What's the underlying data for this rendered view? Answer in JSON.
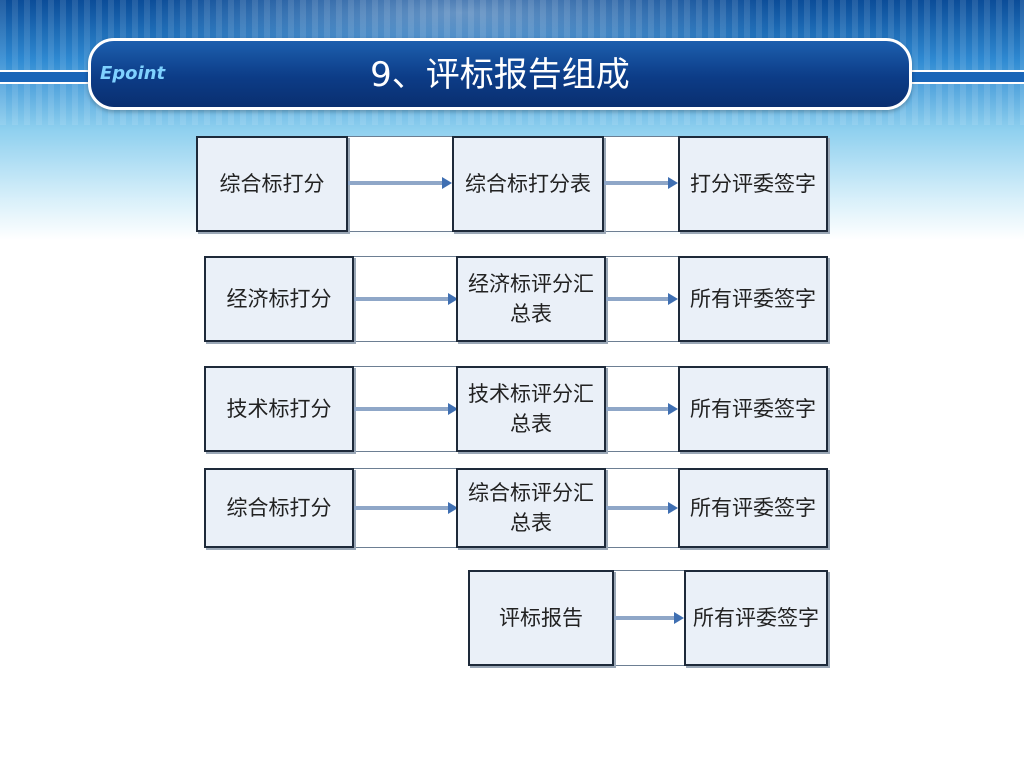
{
  "header": {
    "title": "9、评标报告组成",
    "logo_text": "Epoint"
  },
  "flows": [
    {
      "steps": [
        "综合标打分",
        "综合标打分表",
        "打分评委签字"
      ]
    },
    {
      "steps": [
        "经济标打分",
        "经济标评分汇总表",
        "所有评委签字"
      ]
    },
    {
      "steps": [
        "技术标打分",
        "技术标评分汇总表",
        "所有评委签字"
      ]
    },
    {
      "steps": [
        "综合标打分",
        "综合标评分汇总表",
        "所有评委签字"
      ]
    },
    {
      "steps": [
        "评标报告",
        "所有评委签字"
      ]
    }
  ],
  "colors": {
    "title_bar": "#0c3c87",
    "box_fill": "#eaf0f8",
    "arrow": "#3f6fb2"
  }
}
